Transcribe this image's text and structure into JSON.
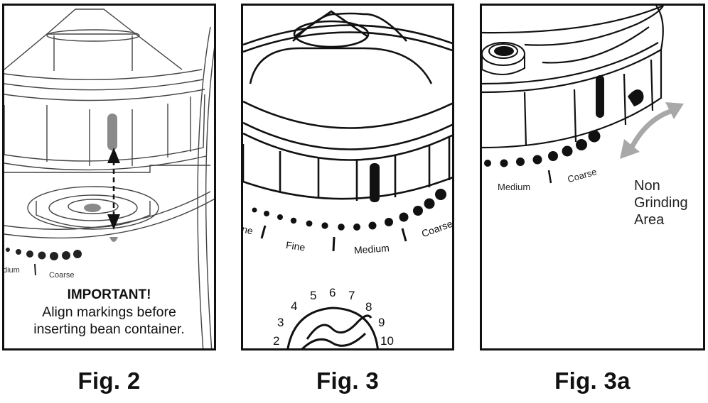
{
  "figures": [
    {
      "id": "fig2",
      "caption": "Fig. 2"
    },
    {
      "id": "fig3",
      "caption": "Fig. 3"
    },
    {
      "id": "fig3a",
      "caption": "Fig. 3a"
    }
  ],
  "fig2": {
    "notice_heading": "IMPORTANT!",
    "notice_line1": "Align markings before",
    "notice_line2": "inserting bean container.",
    "scale_medium_partial": "dium",
    "scale_coarse": "Coarse"
  },
  "fig3": {
    "scale_fine_partial": "ne",
    "scale_fine": "Fine",
    "scale_medium": "Medium",
    "scale_coarse": "Coarse",
    "dial_numbers": [
      "2",
      "3",
      "4",
      "5",
      "6",
      "7",
      "8",
      "9",
      "10"
    ]
  },
  "fig3a": {
    "scale_medium": "Medium",
    "scale_coarse": "Coarse",
    "non_grinding_line1": "Non",
    "non_grinding_line2": "Grinding",
    "non_grinding_line3": "Area",
    "arrow_color": "#a8a8a8"
  }
}
